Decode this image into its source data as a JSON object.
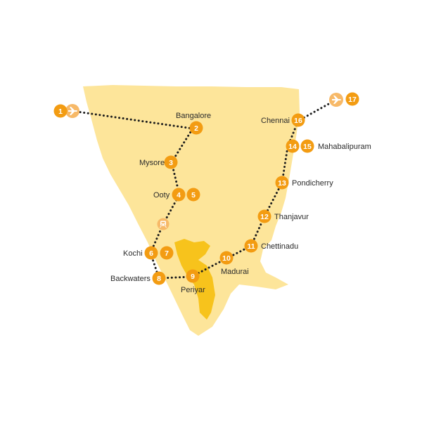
{
  "colors": {
    "land": "#fde59a",
    "region": "#f7c31c",
    "badge": "#f39c12",
    "badge_light": "#f7b968",
    "route": "#1c1c1c",
    "text": "#2b2b2b"
  },
  "stops": [
    {
      "n": "1"
    },
    {
      "n": "2"
    },
    {
      "n": "3"
    },
    {
      "n": "4"
    },
    {
      "n": "5"
    },
    {
      "n": "6"
    },
    {
      "n": "7"
    },
    {
      "n": "8"
    },
    {
      "n": "9"
    },
    {
      "n": "10"
    },
    {
      "n": "11"
    },
    {
      "n": "12"
    },
    {
      "n": "13"
    },
    {
      "n": "14"
    },
    {
      "n": "15"
    },
    {
      "n": "16"
    },
    {
      "n": "17"
    }
  ],
  "places": {
    "bangalore": "Bangalore",
    "mysore": "Mysore",
    "ooty": "Ooty",
    "kochi": "Kochi",
    "backwaters": "Backwaters",
    "periyar": "Periyar",
    "madurai": "Madurai",
    "chettinadu": "Chettinadu",
    "thanjavur": "Thanjavur",
    "pondicherry": "Pondicherry",
    "mahabalipuram": "Mahabalipuram",
    "chennai": "Chennai"
  },
  "icons": {
    "departure": "airplane-icon",
    "arrival": "airplane-icon",
    "transfer": "train-icon"
  }
}
